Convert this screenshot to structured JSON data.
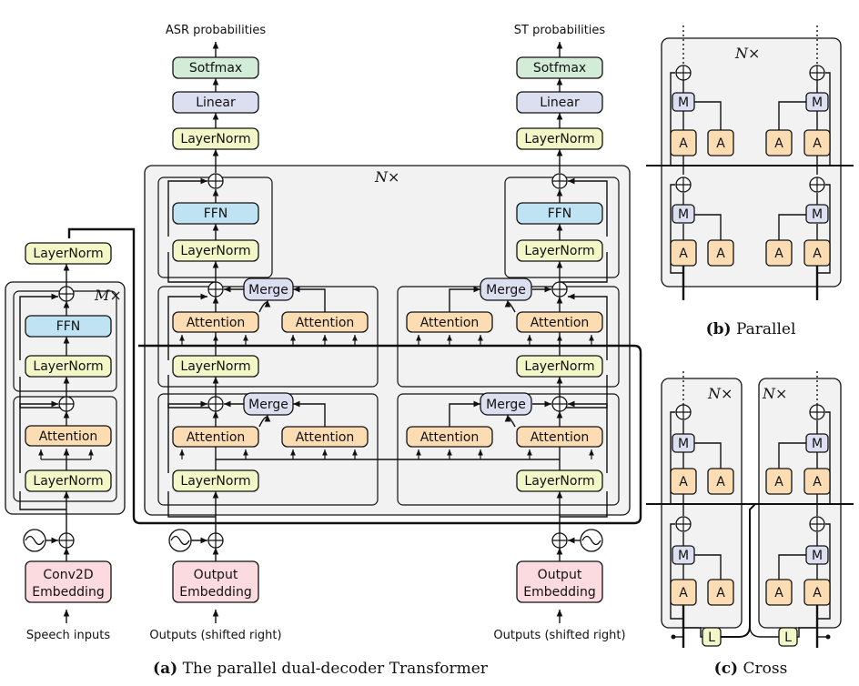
{
  "labels": {
    "asr_probabilities": "ASR probabilities",
    "st_probabilities": "ST probabilities",
    "speech_inputs": "Speech inputs",
    "outputs_left": "Outputs (shifted right)",
    "outputs_right": "Outputs (shifted right)"
  },
  "blocks": {
    "softmax": "Sotfmax",
    "linear": "Linear",
    "layernorm": "LayerNorm",
    "ffn": "FFN",
    "attention": "Attention",
    "merge": "Merge",
    "conv2d_line1": "Conv2D",
    "conv2d_line2": "Embedding",
    "output_line1": "Output",
    "output_line2": "Embedding",
    "a": "A",
    "m": "M",
    "l": "L"
  },
  "repeat": {
    "decoder": "N×",
    "encoder": "M×"
  },
  "captions": {
    "a_bold": "(a)",
    "a_text": "The parallel dual-decoder Transformer",
    "b_bold": "(b)",
    "b_text": "Parallel",
    "c_bold": "(c)",
    "c_text": "Cross"
  },
  "colors": {
    "layernorm": "#f3f6c7",
    "ffn": "#bfe3f3",
    "attention": "#fcdcb2",
    "merge": "#dcdff0",
    "linear": "#dcdff0",
    "softmax": "#d2ecd8",
    "embedding": "#fbdbe0",
    "panel": "#f2f2f2",
    "stroke": "#111111"
  }
}
